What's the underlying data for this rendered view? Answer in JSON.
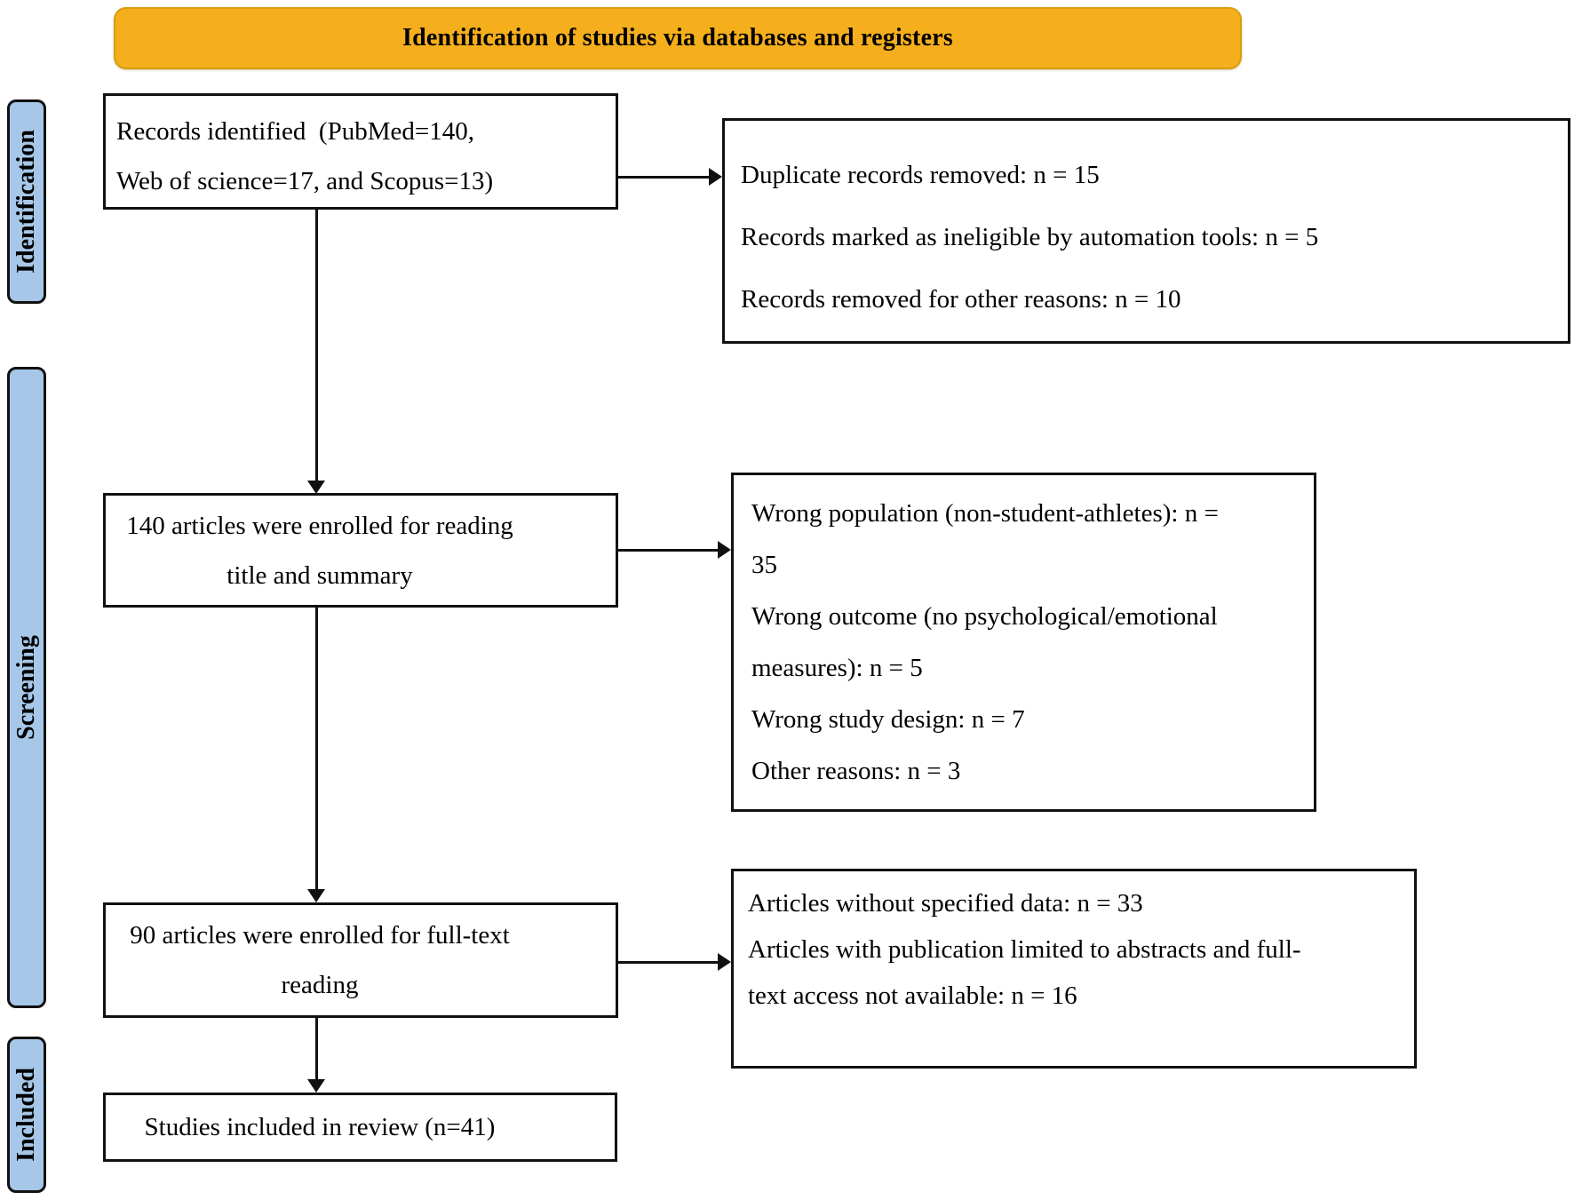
{
  "banner": {
    "title": "Identification of studies via databases and registers"
  },
  "side_labels": [
    {
      "id": "identification",
      "label": "Identification"
    },
    {
      "id": "screening",
      "label": "Screening"
    },
    {
      "id": "included",
      "label": "Included"
    }
  ],
  "flow_boxes": [
    {
      "id": "records-identified",
      "text": "Records identified  (PubMed=140,\nWeb of science=17, and Scopus=13)"
    },
    {
      "id": "title-summary-screening",
      "text": "140 articles were enrolled for reading\ntitle and summary"
    },
    {
      "id": "full-text-reading",
      "text": "90 articles were enrolled for full-text\nreading"
    },
    {
      "id": "studies-included",
      "text": "Studies included in review (n=41)"
    }
  ],
  "exclusion_boxes": [
    {
      "id": "identification-exclusions",
      "text": "Duplicate records removed: n = 15\nRecords marked as ineligible by automation tools: n = 5\nRecords removed for other reasons: n = 10"
    },
    {
      "id": "screening-exclusions",
      "text": "Wrong population (non-student-athletes): n =\n35\nWrong outcome (no psychological/emotional\nmeasures): n = 5\nWrong study design: n = 7\nOther reasons: n = 3"
    },
    {
      "id": "fulltext-exclusions",
      "text": "Articles without specified data: n = 33\nArticles with publication limited to abstracts and full-\ntext access not available: n = 16"
    }
  ],
  "colors": {
    "banner_fill": "#F6AF1C",
    "banner_border": "#D99C0E",
    "stage_label_fill": "#A6C7E7",
    "box_border": "#111111",
    "text": "#000000"
  }
}
